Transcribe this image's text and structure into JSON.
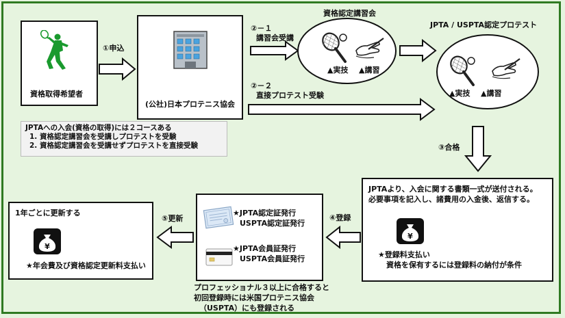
{
  "nodes": {
    "applicant": "資格取得希望者",
    "association": "(公社)日本プロテニス協会",
    "seminar_title": "資格認定講習会",
    "seminar_practical": "▲実技",
    "seminar_lecture": "▲講習",
    "protest_title": "JPTA / USPTA認定プロテスト",
    "protest_practical": "▲実技",
    "protest_lecture": "▲講習",
    "documents_line1": "JPTAより、入会に関する書類一式が送付される。",
    "documents_line2": "必要事項を記入し、諸費用の入金後、返信する。",
    "registration_fee_line1": "★登録料支払い",
    "registration_fee_line2": "資格を保有するには登録料の納付が条件",
    "cert_line1": "★JPTA認定証発行",
    "cert_line2": "USPTA認定証発行",
    "card_line1": "★JPTA会員証発行",
    "card_line2": "USPTA会員証発行",
    "renew_title": "1年ごとに更新する",
    "renew_fee": "★年会費及び資格認定更新料支払い"
  },
  "steps": {
    "apply": "①申込",
    "path1_num": "②－１",
    "path1_label": "講習会受講",
    "path2_num": "②－２",
    "path2_label": "直接プロテスト受験",
    "pass": "③合格",
    "register": "④登録",
    "renew": "⑤更新"
  },
  "notes": {
    "courses_line1": "JPTAへの入会(資格の取得)には２コースある",
    "courses_line2": "1. 資格認定講習会を受講しプロテストを受験",
    "courses_line3": "2. 資格認定講習会を受講せずプロテストを直接受験",
    "uspta_line1": "プロフェッショナル３以上に合格すると",
    "uspta_line2": "初回登録時には米国プロテニス協会",
    "uspta_line3": "（USPTA）にも登録される"
  },
  "icons": {
    "tennis_player": "tennis-player-icon",
    "building": "building-icon",
    "racket": "tennis-racket-icon",
    "hand_pen": "hand-writing-icon",
    "money_bag": "money-bag-icon",
    "certificate": "certificate-icon",
    "member_card": "member-card-icon"
  },
  "colors": {
    "frame": "#2f7a22",
    "background": "#e6f4df",
    "player": "#1a9a2e"
  }
}
